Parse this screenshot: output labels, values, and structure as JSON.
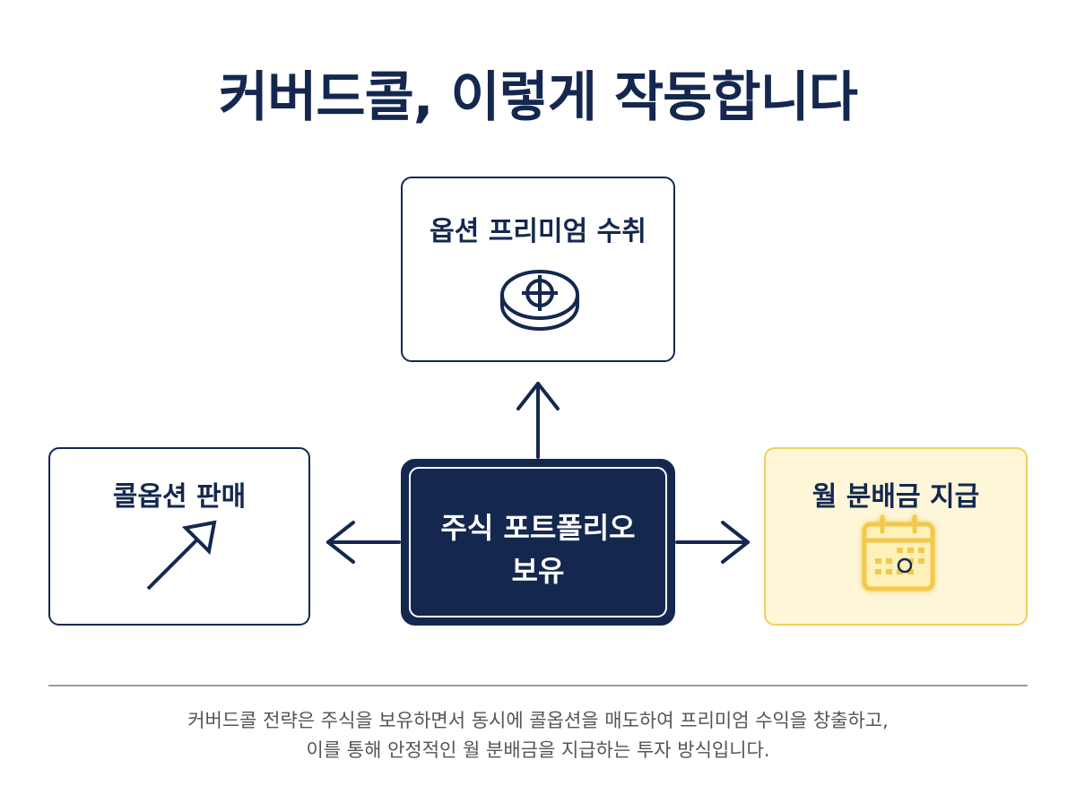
{
  "title": "커버드콜, 이렇게 작동합니다",
  "nodes": {
    "top": {
      "label": "옵션 프리미엄 수취",
      "icon": "coin-icon"
    },
    "left": {
      "label": "콜옵션 판매",
      "icon": "arrow-up-right-icon"
    },
    "right": {
      "label": "월 분배금 지급",
      "icon": "calendar-icon"
    },
    "center": {
      "line1": "주식 포트폴리오",
      "line2": "보유"
    }
  },
  "description": {
    "line1": "커버드콜 전략은 주식을 보유하면서 동시에 콜옵션을 매도하여 프리미엄 수익을 창출하고,",
    "line2": "이를 통해 안정적인 월 분배금을 지급하는 투자 방식입니다."
  },
  "colors": {
    "navy": "#14284f",
    "yellow_border": "#f0cf5c",
    "yellow_fill": "#fdf6d8",
    "calendar_icon": "#f2c94c"
  }
}
